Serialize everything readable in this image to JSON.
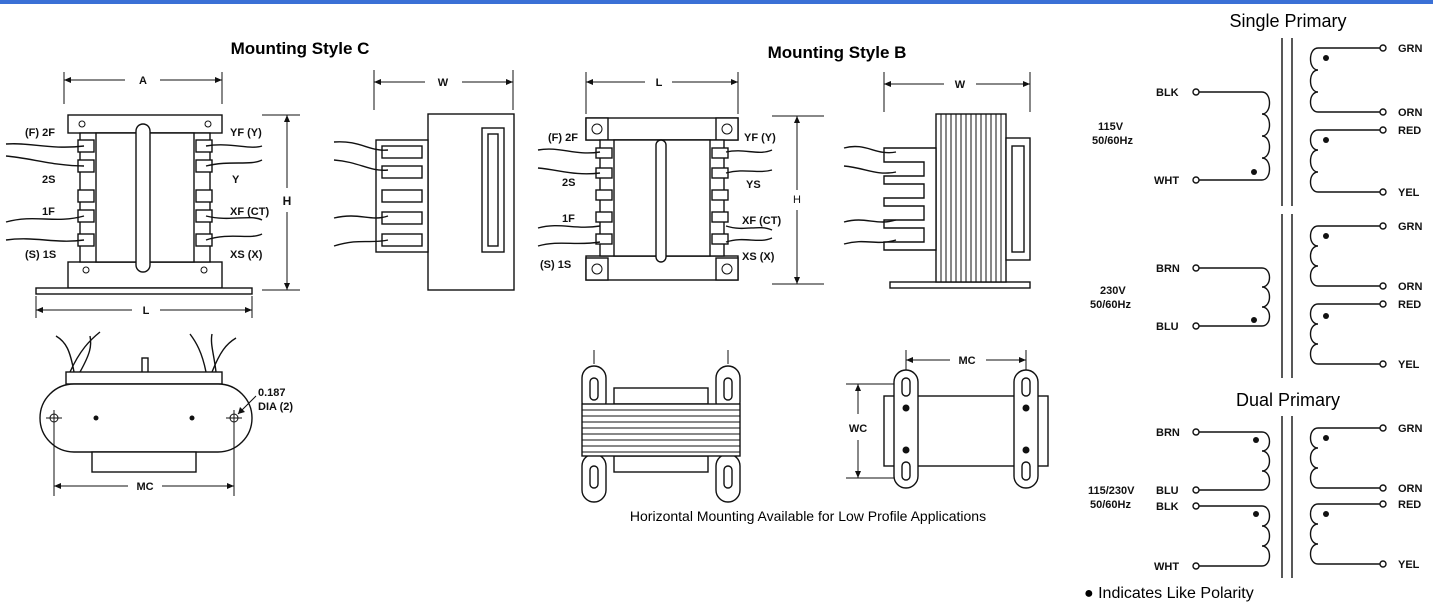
{
  "style_c": {
    "title": "Mounting Style C",
    "dim_a": "A",
    "dim_w": "W",
    "dim_h": "H",
    "dim_l": "L",
    "dim_mc": "MC",
    "left_leads": [
      "(F) 2F",
      "2S",
      "1F",
      "(S) 1S"
    ],
    "right_leads": [
      "YF (Y)",
      "Y",
      "XF (CT)",
      "XS (X)"
    ],
    "hole_line1": "0.187",
    "hole_line2": "DIA (2)"
  },
  "style_b": {
    "title": "Mounting Style B",
    "dim_l": "L",
    "dim_w": "W",
    "dim_h": "H",
    "dim_mc": "MC",
    "dim_wc": "WC",
    "left_leads": [
      "(F) 2F",
      "2S",
      "1F",
      "(S) 1S"
    ],
    "right_leads": [
      "YF (Y)",
      "YS",
      "XF (CT)",
      "XS (X)"
    ],
    "caption": "Horizontal Mounting Available for Low Profile Applications"
  },
  "schematics": {
    "single_title": "Single Primary",
    "dual_title": "Dual Primary",
    "block1": {
      "voltage": "115V",
      "freq": "50/60Hz",
      "primary": [
        "BLK",
        "WHT"
      ],
      "secondary": [
        "GRN",
        "ORN",
        "RED",
        "YEL"
      ]
    },
    "block2": {
      "voltage": "230V",
      "freq": "50/60Hz",
      "primary": [
        "BRN",
        "BLU"
      ],
      "secondary": [
        "GRN",
        "ORN",
        "RED",
        "YEL"
      ]
    },
    "block3": {
      "voltage": "115/230V",
      "freq": "50/60Hz",
      "primary": [
        "BRN",
        "BLU",
        "BLK",
        "WHT"
      ],
      "secondary": [
        "GRN",
        "ORN",
        "RED",
        "YEL"
      ]
    },
    "polarity_note": "● Indicates Like Polarity"
  },
  "colors": {
    "accent_bar": "#3a70d6",
    "ink": "#111111"
  }
}
